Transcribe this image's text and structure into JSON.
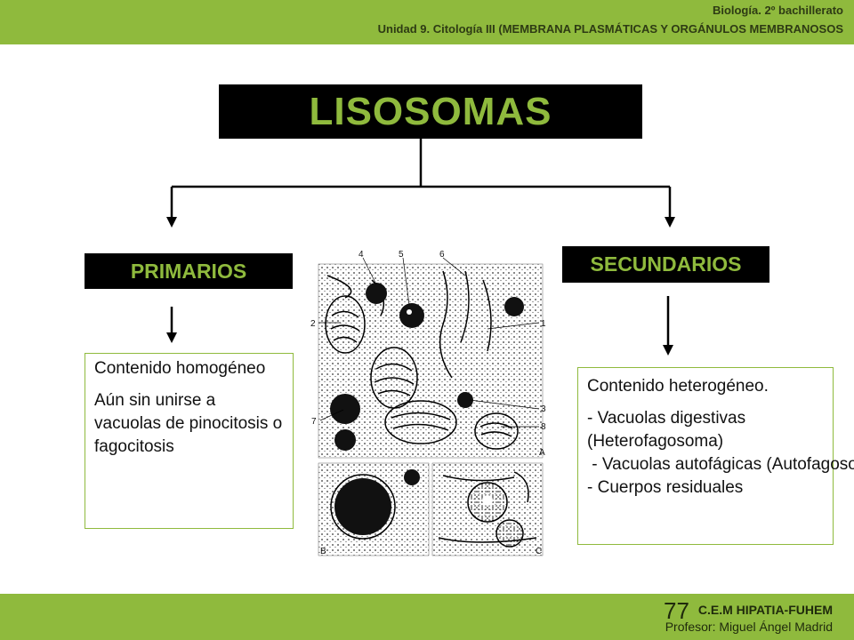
{
  "header": {
    "course": "Biología. 2º bachillerato",
    "unit": "Unidad 9. Citología III (MEMBRANA PLASMÁTICAS Y ORGÁNULOS MEMBRANOSOS"
  },
  "title": "LISOSOMAS",
  "primarios": {
    "label": "PRIMARIOS",
    "content": [
      "Contenido homogéneo",
      "Aún sin unirse a vacuolas de pinocitosis o fagocitosis"
    ]
  },
  "secundarios": {
    "label": "SECUNDARIOS",
    "content": [
      "Contenido heterogéneo.",
      "- Vacuolas digestivas (Heterofagosoma)",
      " - Vacuolas autofágicas (Autofagosoma)",
      "- Cuerpos residuales"
    ]
  },
  "micrograph": {
    "labels": [
      "4",
      "5",
      "6",
      "2",
      "1",
      "7",
      "3",
      "8",
      "A",
      "B",
      "C"
    ]
  },
  "footer": {
    "school": "C.E.M HIPATIA-FUHEM",
    "teacher": "Profesor: Miguel Ángel Madrid",
    "slide_number": "77"
  }
}
